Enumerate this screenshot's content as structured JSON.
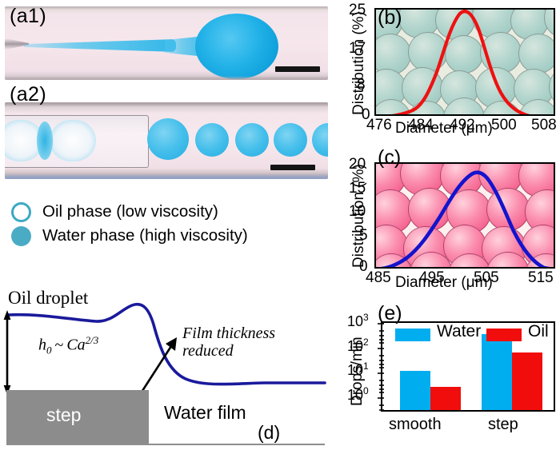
{
  "figure": {
    "panel_a1": {
      "label": "(a1)",
      "caption_scalebar": true
    },
    "panel_a2": {
      "label": "(a2)",
      "caption_scalebar": true
    }
  },
  "legend": {
    "items": [
      {
        "marker": "open-circle",
        "label": "Oil phase (low viscosity)",
        "color": "#3ba9c4"
      },
      {
        "marker": "filled-circle",
        "label": "Water phase (high viscosity)",
        "color": "#4aabc4"
      }
    ]
  },
  "panel_d": {
    "label": "(d)",
    "title": "Oil droplet",
    "equation": "h0 ~ Ca2/3",
    "equation_parts": {
      "h": "h",
      "sub": "0",
      "tilde": "~",
      "ca": "Ca",
      "exp": "2/3"
    },
    "note_line1": "Film thickness",
    "note_line2": "reduced",
    "step_label": "step",
    "water_label": "Water film"
  },
  "chart_data": [
    {
      "id": "panel-b",
      "type": "line",
      "label": "(b)",
      "title": "",
      "xlabel": "Diameter (μm)",
      "ylabel": "Distribution (%)",
      "xticks": [
        476,
        484,
        492,
        500,
        508
      ],
      "yticks": [
        0,
        8,
        17,
        25
      ],
      "xlim": [
        474,
        510
      ],
      "ylim": [
        0,
        25
      ],
      "grid": false,
      "series": [
        {
          "name": "size distribution",
          "color": "#ee1111",
          "x": [
            474,
            476,
            478,
            480,
            482,
            484,
            486,
            488,
            490,
            492,
            494,
            496,
            498,
            500,
            502,
            504,
            506,
            508,
            510
          ],
          "y": [
            0.0,
            0.1,
            0.3,
            0.8,
            2.0,
            4.5,
            9.0,
            16.0,
            22.5,
            25.0,
            23.0,
            17.0,
            10.0,
            5.0,
            2.2,
            0.9,
            0.4,
            0.2,
            0.1
          ]
        }
      ],
      "background_image": "teal water droplets monodisperse packing"
    },
    {
      "id": "panel-c",
      "type": "line",
      "label": "(c)",
      "title": "",
      "xlabel": "Diameter (μm)",
      "ylabel": "Distribution (%)",
      "xticks": [
        485,
        495,
        505,
        515
      ],
      "yticks": [
        0,
        5,
        10,
        15,
        20
      ],
      "xlim": [
        483,
        516
      ],
      "ylim": [
        0,
        20
      ],
      "grid": false,
      "series": [
        {
          "name": "size distribution",
          "color": "#1414cc",
          "x": [
            483,
            485,
            487,
            489,
            491,
            493,
            495,
            497,
            499,
            500,
            501,
            503,
            505,
            507,
            509,
            511,
            513,
            515,
            516
          ],
          "y": [
            0.2,
            0.6,
            1.6,
            3.2,
            5.6,
            8.8,
            12.4,
            16.2,
            18.6,
            19.2,
            19.1,
            17.6,
            14.6,
            11.2,
            7.8,
            5.0,
            2.6,
            0.6,
            0.2
          ]
        }
      ],
      "background_image": "pink oil droplets monodisperse packing"
    },
    {
      "id": "panel-e",
      "type": "bar",
      "label": "(e)",
      "title": "",
      "xlabel": "",
      "ylabel": "Drops/min",
      "categories": [
        "smooth",
        "step"
      ],
      "yscale": "log",
      "yticks": [
        "10^0",
        "10^1",
        "10^2",
        "10^3"
      ],
      "ytick_exponents": [
        "0",
        "1",
        "2",
        "3"
      ],
      "ytick_base": "10",
      "ylim": [
        0.3,
        1000
      ],
      "grid": false,
      "series": [
        {
          "name": "Water",
          "color": "#00aeef",
          "values": [
            4.0,
            160.0
          ]
        },
        {
          "name": "Oil",
          "color": "#f20d0d",
          "values": [
            1.5,
            16.0
          ]
        }
      ],
      "legend_position": "top-inside"
    }
  ]
}
